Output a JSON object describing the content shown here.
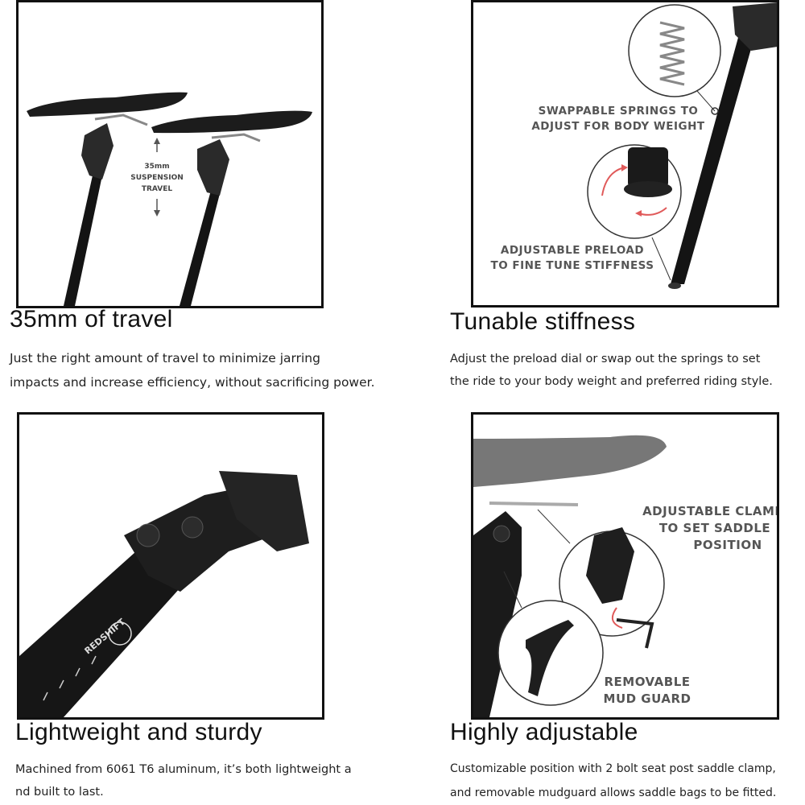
{
  "features": [
    {
      "title": "35mm of travel",
      "description_lines": [
        "Just the right amount of travel to minimize jarring",
        "impacts and increase efficiency, without sacrificing power."
      ],
      "image_labels": [
        "35mm",
        "SUSPENSION",
        "TRAVEL"
      ]
    },
    {
      "title": "Tunable stiffness",
      "description_lines": [
        "Adjust the preload dial or swap out the springs to set",
        "the ride to your body weight and preferred riding style."
      ],
      "image_labels": [
        "SWAPPABLE SPRINGS TO",
        "ADJUST FOR BODY WEIGHT",
        "ADJUSTABLE PRELOAD",
        "TO FINE TUNE STIFFNESS"
      ]
    },
    {
      "title": "Lightweight and sturdy",
      "description_lines": [
        "Machined from 6061 T6 aluminum, it’s both lightweight a",
        "nd built to last."
      ],
      "image_labels": [
        "REDSHIFT"
      ]
    },
    {
      "title": "Highly adjustable",
      "description_lines": [
        "Customizable position with 2 bolt seat post saddle clamp,",
        "and removable mudguard allows saddle bags to be fitted."
      ],
      "image_labels": [
        "ADJUSTABLE CLAMP",
        "TO SET SADDLE",
        "POSITION",
        "REMOVABLE",
        "MUD GUARD"
      ]
    }
  ],
  "colors": {
    "arrow_red": "#e05a5a",
    "post_black": "#141414",
    "callout_gray": "#555555"
  }
}
